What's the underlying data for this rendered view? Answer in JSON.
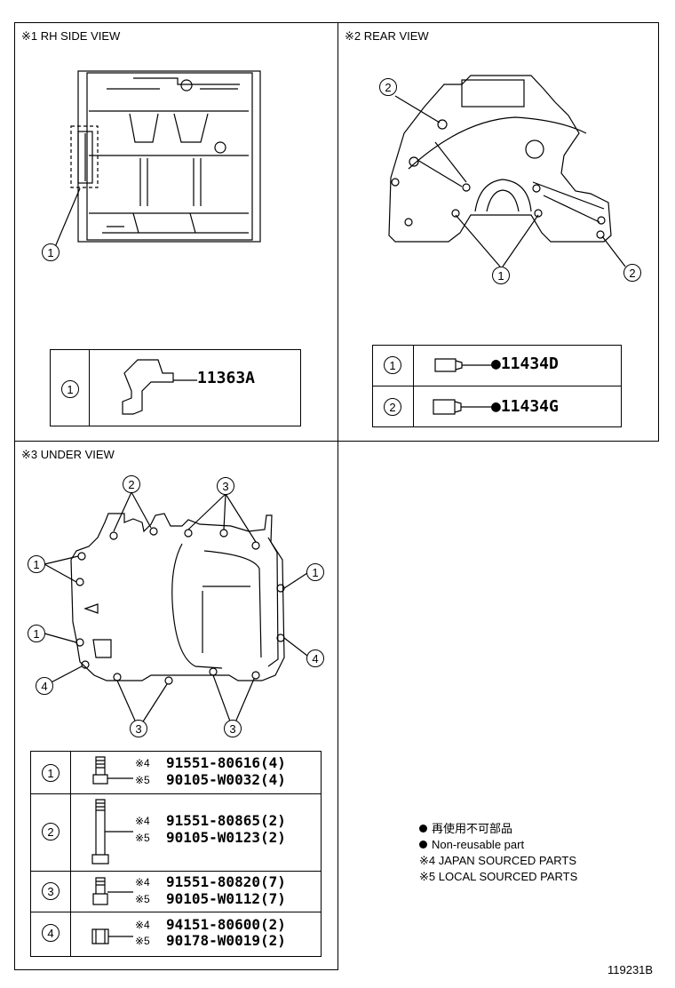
{
  "views": {
    "rh_side": "※1 RH SIDE VIEW",
    "rear": "※2 REAR VIEW",
    "under": "※3 UNDER VIEW"
  },
  "callouts": {
    "one": "1",
    "two": "2",
    "three": "3",
    "four": "4"
  },
  "rh_table": {
    "part": "11363A"
  },
  "rear_table": {
    "part1": "●11434D",
    "part2": "●11434G"
  },
  "under_table": [
    {
      "ref": "1",
      "mark4": "※4",
      "pn4": "91551-80616(4)",
      "mark5": "※5",
      "pn5": "90105-W0032(4)"
    },
    {
      "ref": "2",
      "mark4": "※4",
      "pn4": "91551-80865(2)",
      "mark5": "※5",
      "pn5": "90105-W0123(2)"
    },
    {
      "ref": "3",
      "mark4": "※4",
      "pn4": "91551-80820(7)",
      "mark5": "※5",
      "pn5": "90105-W0112(7)"
    },
    {
      "ref": "4",
      "mark4": "※4",
      "pn4": "94151-80600(2)",
      "mark5": "※5",
      "pn5": "90178-W0019(2)"
    }
  ],
  "legend": {
    "jp": "再使用不可部品",
    "en": "Non-reusable part",
    "l4": "※4 JAPAN SOURCED PARTS",
    "l5": "※5 LOCAL SOURCED PARTS"
  },
  "figure_id": "119231B"
}
